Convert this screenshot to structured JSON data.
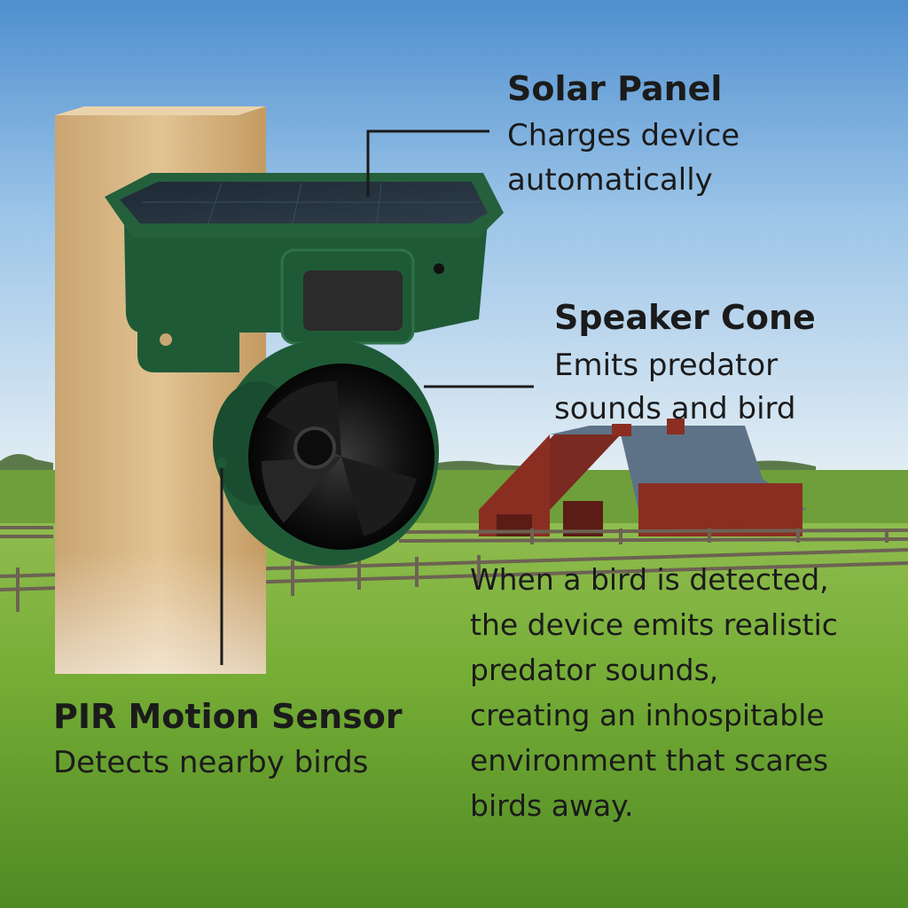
{
  "callouts": {
    "solar_panel": {
      "title": "Solar Panel",
      "desc_line1": "Charges device",
      "desc_line2": "automatically"
    },
    "speaker_cone": {
      "title": "Speaker Cone",
      "desc_line1": "Emits predator",
      "desc_line2": "sounds and bird"
    },
    "pir_sensor": {
      "title": "PIR Motion Sensor",
      "desc": "Detects nearby birds"
    }
  },
  "description": {
    "lines": [
      "When a bird is detected,",
      "the device emits realistic",
      "predator sounds,",
      "creating an inhospitable",
      "environment that scares",
      "birds away."
    ]
  },
  "colors": {
    "device_green": "#1f5a37",
    "text": "#1b1b1b",
    "barn_red": "#8a2e22",
    "sky_top": "#4f8fcf",
    "grass": "#76ad36"
  }
}
